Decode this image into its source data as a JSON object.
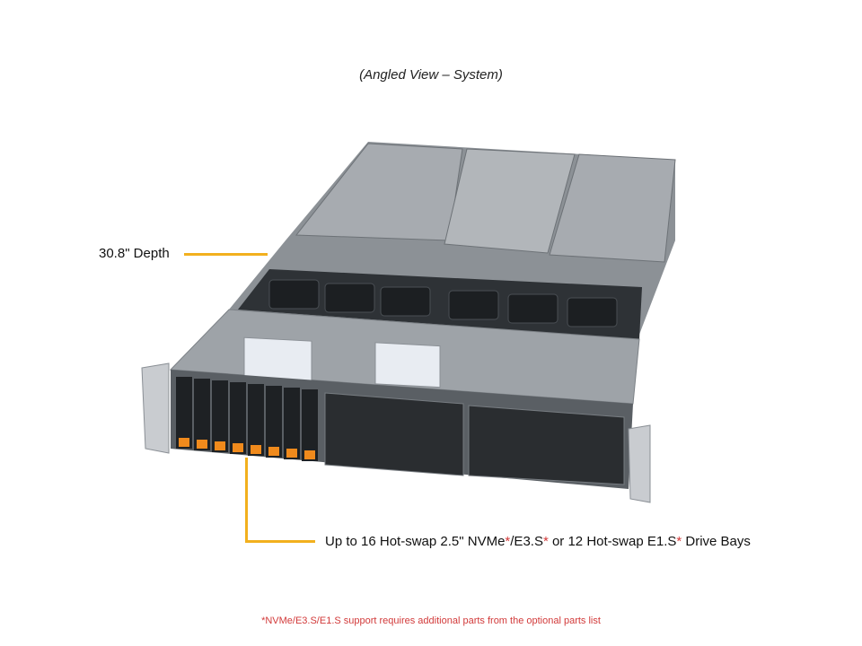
{
  "caption": "(Angled View – System)",
  "callouts": {
    "depth": "30.8\" Depth",
    "bays": {
      "part1": "Up to 16 Hot-swap 2.5\" NVMe",
      "star1": "*",
      "part2": "/E3.S",
      "star2": "*",
      "part3": " or 12 Hot-swap E1.S",
      "star3": "*",
      "part4": " Drive Bays"
    }
  },
  "footnote": "*NVMe/E3.S/E1.S support requires additional parts from the optional parts list",
  "colors": {
    "leader": "#f2b01e",
    "footnote": "#d23a3a",
    "drive_latch": "#f08a1c"
  }
}
